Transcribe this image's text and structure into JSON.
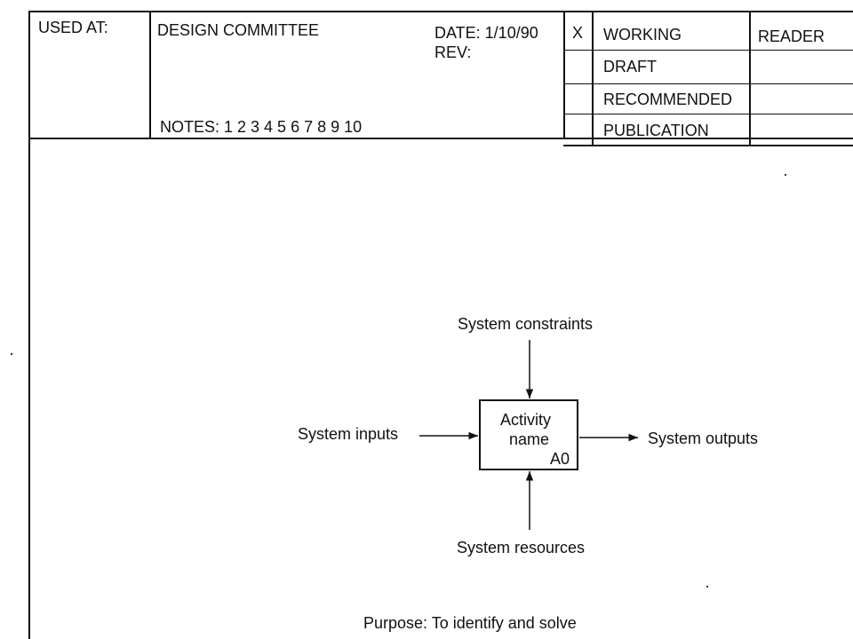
{
  "header": {
    "used_at_label": "USED AT:",
    "project": "DESIGN COMMITTEE",
    "date": "DATE: 1/10/90",
    "rev": "REV:",
    "notes": "NOTES: 1 2 3 4 5 6 7 8 9 10",
    "status_mark": "X",
    "statuses": [
      "WORKING",
      "DRAFT",
      "RECOMMENDED",
      "PUBLICATION"
    ],
    "reader_label": "READER"
  },
  "diagram": {
    "activity_name_line1": "Activity",
    "activity_name_line2": "name",
    "activity_node": "A0",
    "controls_label": "System constraints",
    "inputs_label": "System inputs",
    "outputs_label": "System outputs",
    "mechanisms_label": "System resources"
  },
  "footer": {
    "purpose": "Purpose: To identify and solve"
  }
}
